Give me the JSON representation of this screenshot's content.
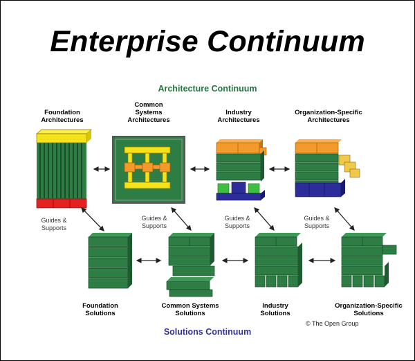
{
  "title": "Enterprise Continuum",
  "architecture_continuum": {
    "heading": "Architecture Continuum",
    "items": [
      {
        "label": "Foundation\nArchitectures"
      },
      {
        "label": "Common\nSystems\nArchitectures"
      },
      {
        "label": "Industry\nArchitectures"
      },
      {
        "label": "Organization-Specific\nArchitectures"
      }
    ]
  },
  "solutions_continuum": {
    "heading": "Solutions Continuum",
    "items": [
      {
        "label": "Foundation\nSolutions"
      },
      {
        "label": "Common Systems\nSolutions"
      },
      {
        "label": "Industry\nSolutions"
      },
      {
        "label": "Organization-Specific\nSolutions"
      }
    ]
  },
  "guides_supports": "Guides &\nSupports",
  "copyright": "© The Open Group",
  "colors": {
    "block_green": "#2e7d44",
    "block_green_dark": "#1d5a2f",
    "block_green_light": "#3f9a58",
    "yellow": "#f5e21a",
    "orange": "#f39a2c",
    "blue": "#2c2c9a",
    "red": "#e42222",
    "arch_heading": "#1e7a3a",
    "sol_heading": "#333399"
  }
}
